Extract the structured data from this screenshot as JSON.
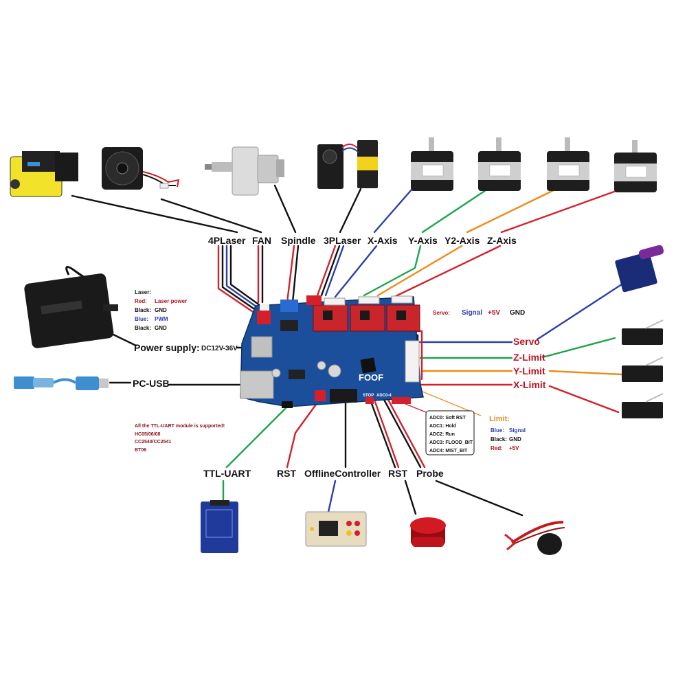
{
  "components": {
    "top": [
      "4PLaser",
      "FAN",
      "Spindle",
      "3PLaser",
      "X-Axis",
      "Y-Axis",
      "Y2-Axis",
      "Z-Axis"
    ],
    "left_power": "Power supply:",
    "left_voltage": "DC12V-36V",
    "left_usb": "PC-USB",
    "right": [
      "Servo",
      "Z-Limit",
      "Y-Limit",
      "X-Limit"
    ],
    "bottom": [
      "TTL-UART",
      "RST",
      "OfflineController",
      "RST",
      "Probe"
    ]
  },
  "laser_legend": {
    "title": "Laser:",
    "rows": [
      {
        "key": "Red:",
        "val": "Laser power"
      },
      {
        "key": "Black:",
        "val": "GND"
      },
      {
        "key": "Blue:",
        "val": "PWM"
      },
      {
        "key": "Black:",
        "val": "GND"
      }
    ]
  },
  "servo_header": {
    "signal": "Signal",
    "v5": "+5V",
    "gnd": "GND",
    "prefix": "Servo:"
  },
  "limit_legend": {
    "title": "Limit:",
    "rows": [
      {
        "key": "Blue:",
        "val": "Signal"
      },
      {
        "key": "Black:",
        "val": "GND"
      },
      {
        "key": "Red:",
        "val": "+5V"
      }
    ]
  },
  "adc_box": [
    "ADC0:  Soft RST",
    "ADC1:  Hold",
    "ADC2:  Run",
    "ADC3:  FLOOD_BIT",
    "ADC4:  MIST_BIT"
  ],
  "uart_note": [
    "All the TTL-UART module is supported!",
    "HC05/06/08",
    "CC2540/CC2541",
    "BT06"
  ],
  "board": {
    "logo": "FOOF",
    "stop_label": "STOP",
    "adc_label": "ADC0-4"
  },
  "colors": {
    "red": "#d4202a",
    "blue": "#2a3fa8",
    "green": "#1aa54a",
    "orange": "#ee8a1a",
    "black": "#111111",
    "board": "#1b4f9c"
  }
}
